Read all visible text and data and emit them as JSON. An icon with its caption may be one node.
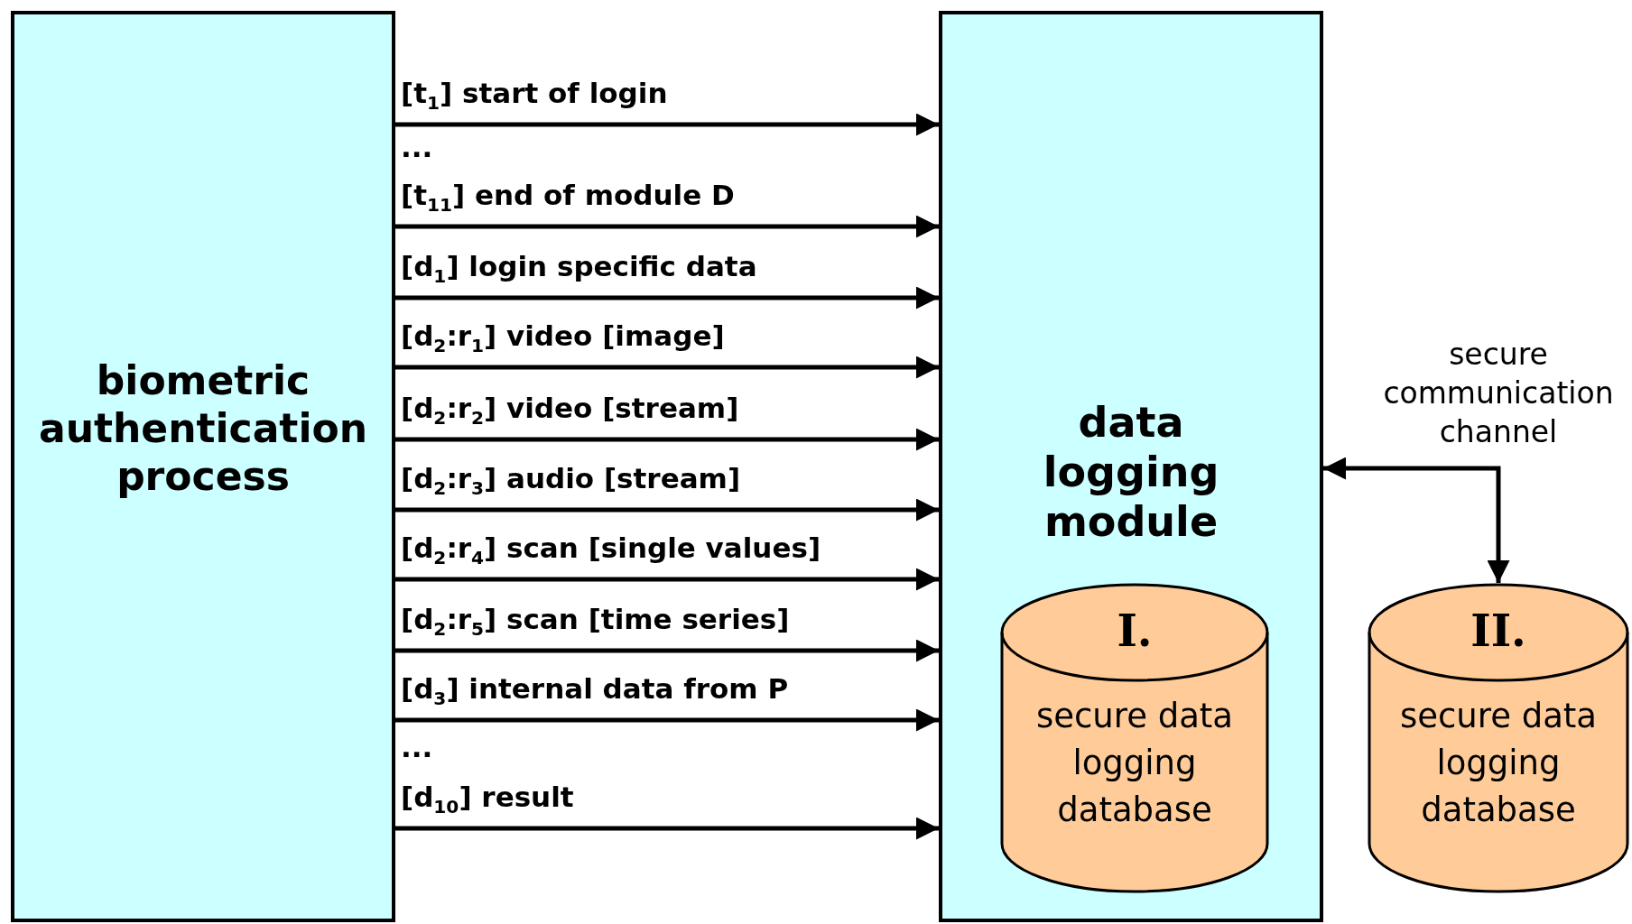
{
  "diagram": {
    "nodes": [
      {
        "text": [
          "biometric authentication process"
        ]
      },
      {
        "text": [
          "data logging module"
        ]
      },
      {
        "text": [
          "I.",
          "secure data logging database"
        ],
        "in": 1
      },
      {
        "text": [
          "II.",
          "secure data logging database"
        ]
      }
    ],
    "edges": [
      {
        "from": 0,
        "to": 1,
        "arrow": "to",
        "label": "[t$_{1}$] start of login"
      },
      {
        "from": 0,
        "to": 1,
        "arrow": "to",
        "label": "[t$_{11}$] end of module D"
      },
      {
        "from": 0,
        "to": 1,
        "arrow": "to",
        "label": "[d$_{1}$] login specific data"
      },
      {
        "from": 0,
        "to": 1,
        "arrow": "to",
        "label": "[d$_{2}$:r$_{1}$] video [image]"
      },
      {
        "from": 0,
        "to": 1,
        "arrow": "to",
        "label": "[d$_{2}$:r$_{2}$] video [stream]"
      },
      {
        "from": 0,
        "to": 1,
        "arrow": "to",
        "label": "[d$_{2}$:r$_{3}$] audio [stream]"
      },
      {
        "from": 0,
        "to": 1,
        "arrow": "to",
        "label": "[d$_{2}$:r$_{4}$] scan [single values]"
      },
      {
        "from": 0,
        "to": 1,
        "arrow": "to",
        "label": "[d$_{2}$:r$_{5}$] scan [time series]"
      },
      {
        "from": 0,
        "to": 1,
        "arrow": "to",
        "label": "[d$_{3}$] internal data from P"
      },
      {
        "from": 0,
        "to": 1,
        "arrow": "to",
        "label": "[d$_{10}$] result"
      },
      {
        "from": 1,
        "to": 3,
        "arrow": "both",
        "label": "secure communication channel"
      }
    ],
    "labels": [
      "...",
      "..."
    ]
  }
}
